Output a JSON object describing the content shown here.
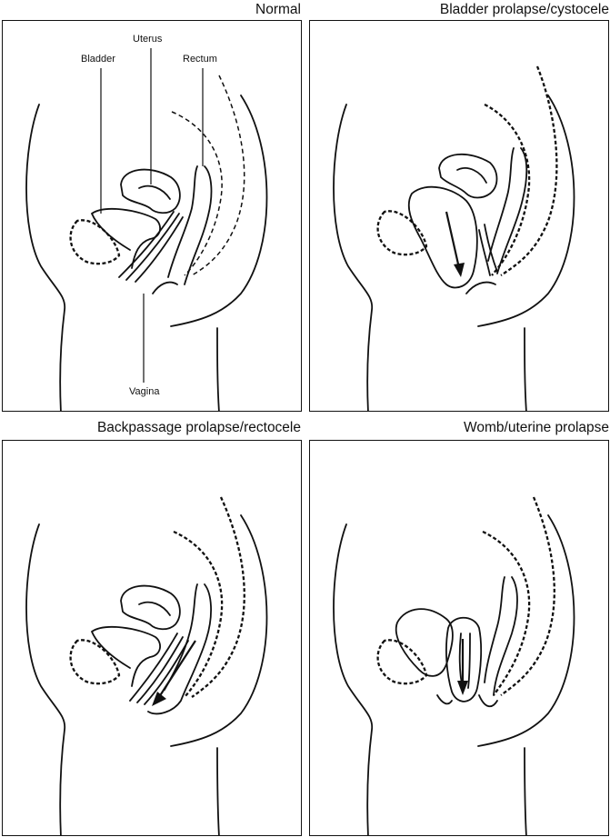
{
  "panels": [
    {
      "title": "Normal",
      "labels": {
        "uterus": "Uterus",
        "bladder": "Bladder",
        "rectum": "Rectum",
        "vagina": "Vagina"
      }
    },
    {
      "title": "Bladder prolapse/cystocele"
    },
    {
      "title": "Backpassage prolapse/rectocele"
    },
    {
      "title": "Womb/uterine prolapse"
    }
  ]
}
